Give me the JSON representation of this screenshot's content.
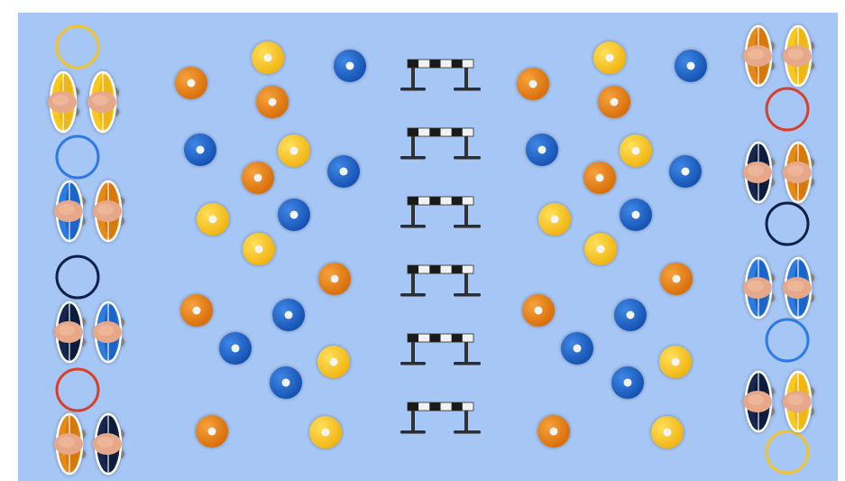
{
  "colors": {
    "field": "#a6c6f5",
    "orange": "#e0790f",
    "yellow": "#f6c417",
    "blue": "#1b5fc4",
    "navy": "#0f2146",
    "red": "#d7402b",
    "ringYellow": "#f2c32a",
    "ringBlue": "#2f7ae5",
    "ringNavy": "#0f2146",
    "ringRed": "#d7402b"
  },
  "cones_left": [
    "orange",
    "yellow",
    "blue",
    "orange",
    "blue",
    "yellow",
    "orange",
    "blue",
    "yellow",
    "blue",
    "yellow",
    "orange",
    "orange",
    "blue",
    "blue",
    "yellow",
    "blue",
    "orange",
    "yellow"
  ],
  "cones_right": [
    "orange",
    "yellow",
    "blue",
    "orange",
    "blue",
    "yellow",
    "orange",
    "blue",
    "yellow",
    "blue",
    "yellow",
    "orange",
    "orange",
    "blue",
    "blue",
    "yellow",
    "blue",
    "orange",
    "yellow"
  ],
  "hurdles": [
    "hurdle-1",
    "hurdle-2",
    "hurdle-3",
    "hurdle-4",
    "hurdle-5",
    "hurdle-6"
  ],
  "rings_left": [
    "ringYellow",
    "ringBlue",
    "ringNavy",
    "ringRed"
  ],
  "rings_right": [
    "ringRed",
    "ringNavy",
    "ringBlue",
    "ringYellow"
  ],
  "player_pairs_left": [
    [
      "yellow",
      "yellow"
    ],
    [
      "blue",
      "orange"
    ],
    [
      "navy",
      "blue"
    ],
    [
      "orange",
      "navy"
    ]
  ],
  "player_pairs_right": [
    [
      "orange",
      "yellow"
    ],
    [
      "navy",
      "orange"
    ],
    [
      "blue",
      "blue"
    ],
    [
      "navy",
      "yellow"
    ]
  ]
}
